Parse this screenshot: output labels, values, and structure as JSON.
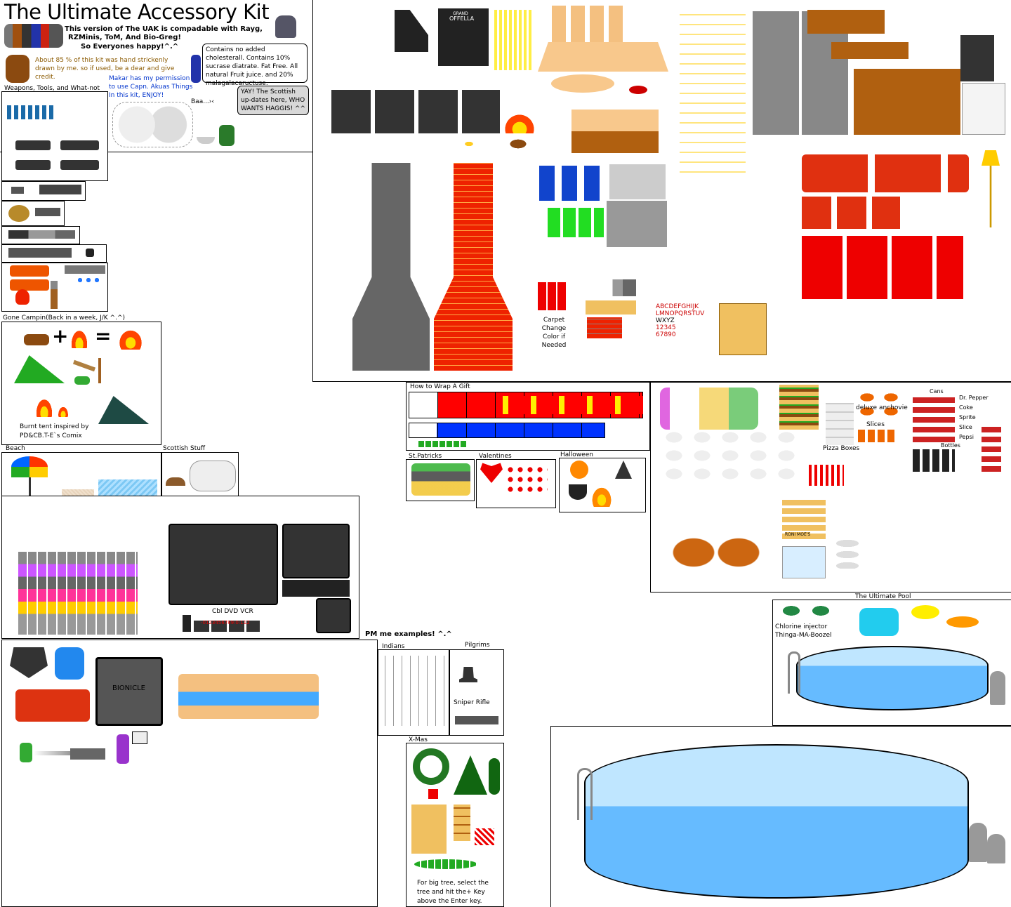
{
  "title": "The Ultimate Accessory Kit",
  "intro": {
    "compat_line1": "This version of The UAK is compadable with Rayg,",
    "compat_line2": "RZMinis, ToM, And Bio-Greg!",
    "compat_line3": "So Everyones happy!^.^",
    "handdrawn": "About 85 % of this kit was hand strickenly drawn by me. so if used, be a dear and give credit.",
    "makar": "Makar has my permission to use Capn. Akuas Things In this kit, ENJOY!",
    "cholesterol": "Contains no added cholesterall. Contains 10% sucrase diatrate. Fat Free. All natural Fruit juice. and 20% malagalacaructuse.",
    "scottish_bubble": "YAY! The Scottish up-dates here, WHO WANTS HAGGIS! ^^",
    "baa": "Baa...›‹"
  },
  "sections": {
    "weapons": "Weapons, Tools, and What-not",
    "camping": "Gone Campin(Back in a week, J/K ^.^)",
    "burnt_tent": "Burnt tent inspired by PD&CB.T-E`s Comix",
    "beach": "Beach",
    "scottish": "Scottish Stuff",
    "wrap_gift": "How to Wrap A Gift",
    "st_patricks": "St.Patricks",
    "valentines": "Valentines",
    "halloween": "Halloween",
    "pm_examples": "PM me examples! ^.^",
    "indians": "Indians",
    "pilgrims": "Pilgrims",
    "sniper_rifle": "Sniper Rifle",
    "xmas": "X-Mas",
    "xmas_note": "For big tree, select the tree and hit the+ Key above the Enter key.",
    "pool": "The Ultimate Pool",
    "chlorine": "Chlorine injector",
    "thinga": "Thinga-MA-Boozel",
    "carpet": "Carpet Change Color if Needed",
    "av": "Cbl  DVD  VCR",
    "bionicle": "BIONICLE",
    "piano_brand1": "GRAND",
    "piano_brand2": "OFFELLA"
  },
  "food": {
    "cans_label": "Cans",
    "bottles_label": "Bottles",
    "drinks": [
      "Dr. Pepper",
      "Coke",
      "Sprite",
      "Slice",
      "Pepsi"
    ],
    "pizza": [
      "deluxe",
      "anchovie"
    ],
    "slices": "Slices",
    "pizza_boxes": "Pizza Boxes",
    "sign": "RONI MOE'S"
  },
  "alphabet": {
    "row1": "ABCDEFGHIJK",
    "row2": "LMNOPQRSTUV",
    "row3": "WXYZ",
    "row4": "12345",
    "row5": "67890"
  },
  "colors": {
    "red": "#ee0000",
    "gift_red": "#ff0000",
    "gift_yellow": "#ffee00",
    "gift_blue": "#0033ff",
    "pool_water": "#66bbff",
    "grass_green": "#22aa22",
    "wood": "#b06010",
    "sofa": "#e03010"
  }
}
